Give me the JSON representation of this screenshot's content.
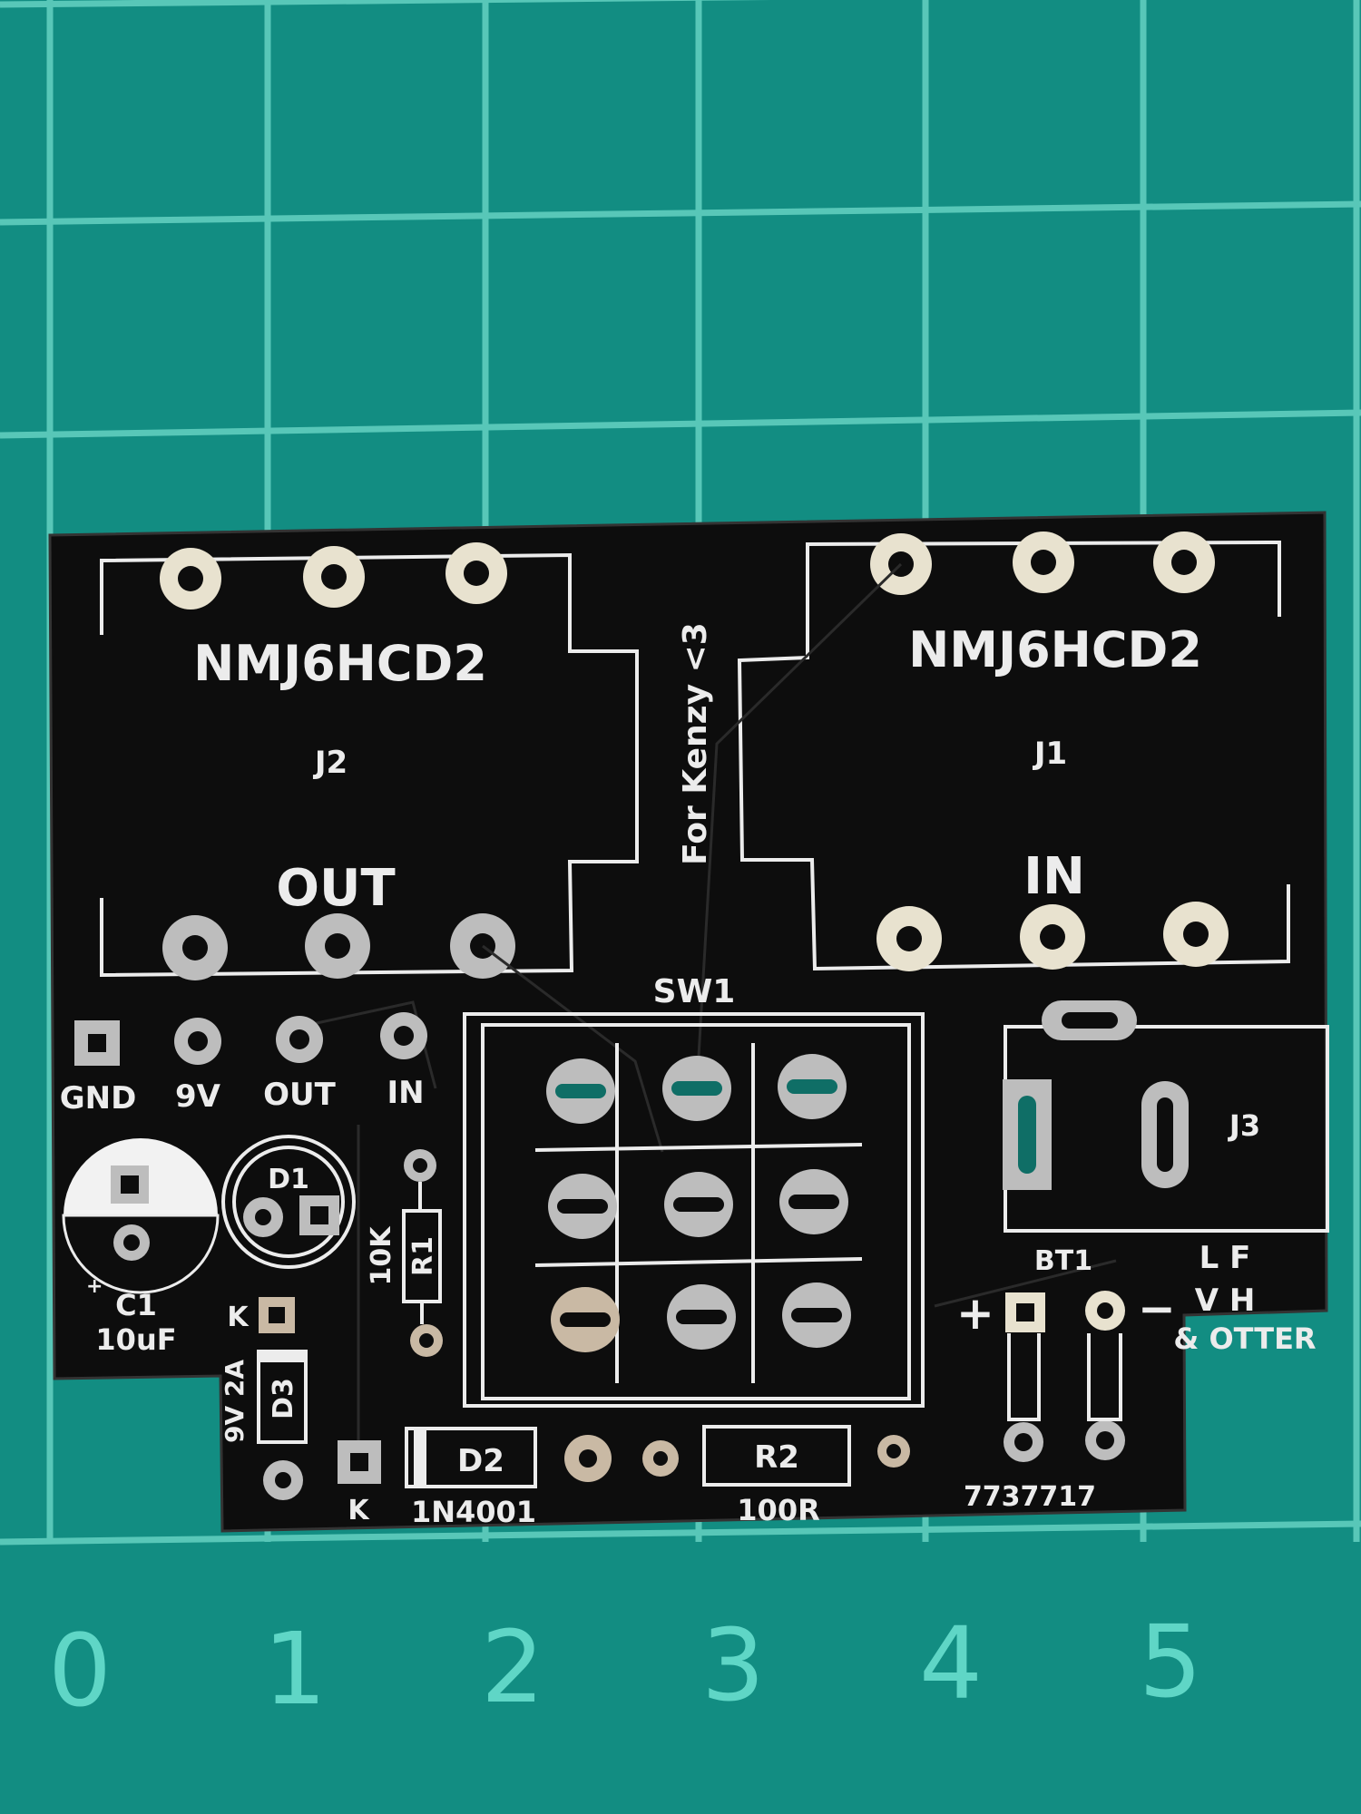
{
  "photo": {
    "colors": {
      "mat": "#128d82",
      "mat_grid": "#58c7b8",
      "board": "#0d0d0d",
      "silkscreen": "#ececec",
      "pad_metal": "#bdbdbd",
      "pad_hole": "#0f6e66"
    },
    "mat_ruler": [
      "0",
      "1",
      "2",
      "3",
      "4",
      "5"
    ],
    "board": {
      "connectors": {
        "j2_part": "NMJ6HCD2",
        "j2_ref": "J2",
        "j2_label": "OUT",
        "j1_part": "NMJ6HCD2",
        "j1_ref": "J1",
        "j1_label": "IN",
        "j3_ref": "J3"
      },
      "dedication": "For Kenzy <3",
      "switch_ref": "SW1",
      "header_labels": [
        "GND",
        "9V",
        "OUT",
        "IN"
      ],
      "c1": {
        "ref": "C1",
        "value": "10uF"
      },
      "d1_ref": "D1",
      "d3": {
        "ref": "D3",
        "note": "9V 2A",
        "cathode": "K"
      },
      "d2": {
        "ref": "D2",
        "value": "1N4001",
        "cathode": "K"
      },
      "r1": {
        "ref": "R1",
        "value": "10K"
      },
      "r2": {
        "ref": "R2",
        "value": "100R"
      },
      "bt1": {
        "ref": "BT1",
        "plus": "+",
        "minus": "−"
      },
      "logo": {
        "line1": "L F",
        "line2": "V H",
        "line3": "& OTTER"
      },
      "serial": "7737717"
    }
  }
}
